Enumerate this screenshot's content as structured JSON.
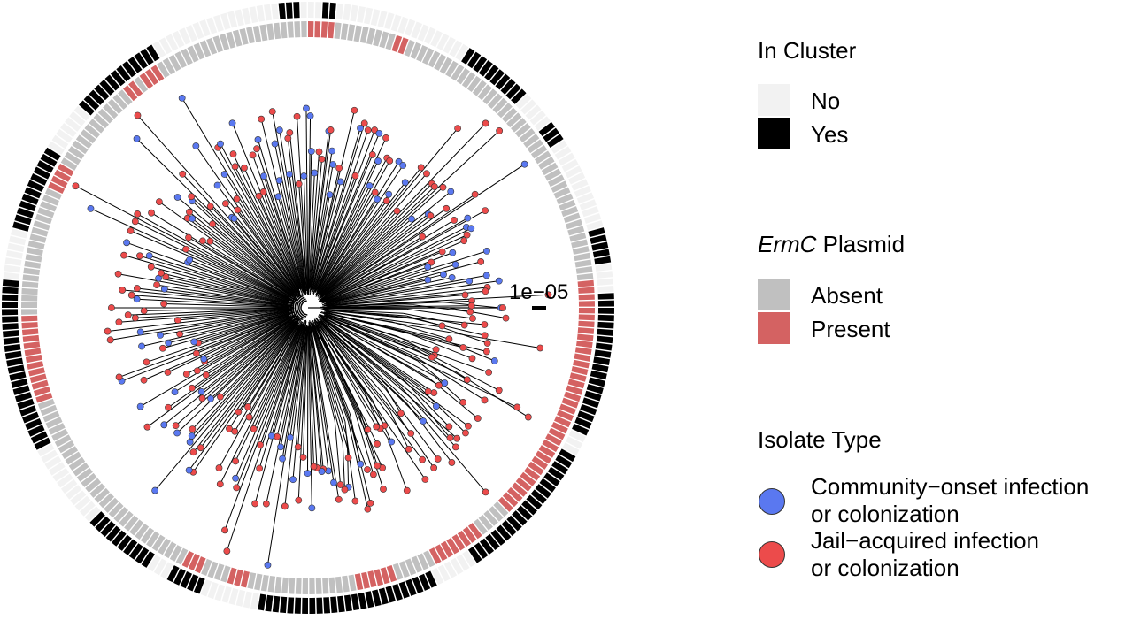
{
  "colors": {
    "community": "#5a78f0",
    "jail": "#ec4b4b",
    "cluster_no": "#f2f2f2",
    "cluster_yes": "#000000",
    "plasmid_absent": "#c0c0c0",
    "plasmid_present": "#d46262",
    "branch": "#000000"
  },
  "scale_bar_label": "1e−05",
  "legend": {
    "cluster": {
      "title": "In Cluster",
      "items": [
        {
          "label": "No",
          "color": "#f2f2f2"
        },
        {
          "label": "Yes",
          "color": "#000000"
        }
      ]
    },
    "plasmid": {
      "title_italic": "ErmC",
      "title_rest": " Plasmid",
      "items": [
        {
          "label": "Absent",
          "color": "#c0c0c0"
        },
        {
          "label": "Present",
          "color": "#d46262"
        }
      ]
    },
    "isolate": {
      "title": "Isolate Type",
      "items": [
        {
          "line1": "Community−onset infection",
          "line2": "or colonization",
          "color": "#5a78f0"
        },
        {
          "line1": "Jail−acquired infection",
          "line2": "or colonization",
          "color": "#ec4b4b"
        }
      ]
    }
  },
  "rings": {
    "cluster_yes_arcs": [
      [
        -95,
        -91
      ],
      [
        -88,
        -84
      ],
      [
        -58,
        -44
      ],
      [
        -37,
        -34
      ],
      [
        -15,
        -8
      ],
      [
        -3,
        25
      ],
      [
        29,
        56
      ],
      [
        65,
        100
      ],
      [
        110,
        118
      ],
      [
        122,
        135
      ],
      [
        152,
        185
      ],
      [
        195,
        212
      ],
      [
        222,
        240
      ]
    ],
    "plasmid_present_arcs": [
      [
        -90,
        -85
      ],
      [
        -72,
        -70
      ],
      [
        -5,
        45
      ],
      [
        52,
        64
      ],
      [
        72,
        80
      ],
      [
        102,
        106
      ],
      [
        112,
        116
      ],
      [
        160,
        178
      ],
      [
        205,
        210
      ],
      [
        234,
        238
      ],
      [
        -130,
        -128
      ]
    ]
  }
}
